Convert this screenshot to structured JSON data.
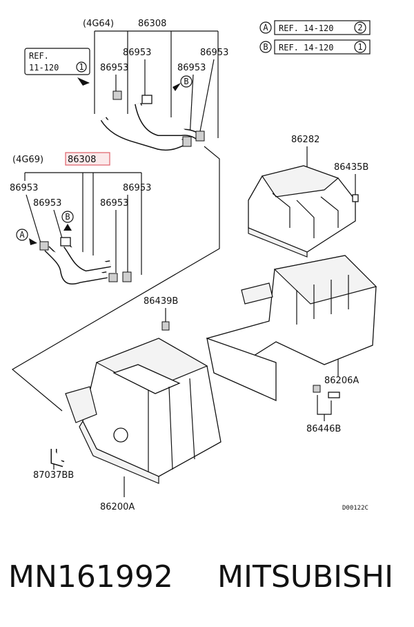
{
  "labels": {
    "engine_4g64": "(4G64)",
    "part_86308_top": "86308",
    "part_86953_a": "86953",
    "part_86953_b": "86953",
    "part_86953_c": "86953",
    "part_86953_d": "86953",
    "engine_4g69": "(4G69)",
    "part_86308_bottom": "86308",
    "part_86953_e": "86953",
    "part_86953_f": "86953",
    "part_86953_g": "86953",
    "part_86953_h": "86953",
    "part_86282": "86282",
    "part_86435b": "86435B",
    "part_86439b": "86439B",
    "part_86206a": "86206A",
    "part_86446b": "86446B",
    "part_87037bb": "87037BB",
    "part_86200a": "86200A",
    "diagram_code": "D00122C"
  },
  "refs": {
    "ref_a_letter": "A",
    "ref_a_text": "REF. 14-120",
    "ref_a_num": "2",
    "ref_b_letter": "B",
    "ref_b_text": "REF. 14-120",
    "ref_b_num": "1",
    "ref_left_line1": "REF.",
    "ref_left_line2": "11-120",
    "ref_left_num": "1"
  },
  "arrow_markers": {
    "top_b": "B",
    "left_a": "A",
    "left_b": "B"
  },
  "footer": {
    "part_number": "MN161992",
    "brand": "MITSUBISHI"
  },
  "colors": {
    "highlight_fill": "#fbe9ea",
    "highlight_stroke": "#e06a72",
    "ink": "#111111"
  }
}
